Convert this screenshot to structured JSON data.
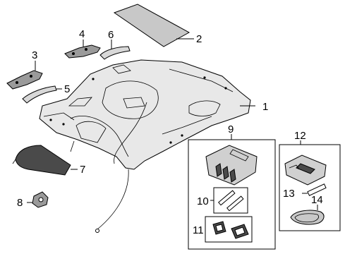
{
  "diagram": {
    "callouts": [
      {
        "id": "c1",
        "label": "1"
      },
      {
        "id": "c2",
        "label": "2"
      },
      {
        "id": "c3",
        "label": "3"
      },
      {
        "id": "c4",
        "label": "4"
      },
      {
        "id": "c5",
        "label": "5"
      },
      {
        "id": "c6",
        "label": "6"
      },
      {
        "id": "c7",
        "label": "7"
      },
      {
        "id": "c8",
        "label": "8"
      },
      {
        "id": "c9",
        "label": "9"
      },
      {
        "id": "c10",
        "label": "10"
      },
      {
        "id": "c11",
        "label": "11"
      },
      {
        "id": "c12",
        "label": "12"
      },
      {
        "id": "c13",
        "label": "13"
      },
      {
        "id": "c14",
        "label": "14"
      }
    ],
    "colors": {
      "headliner_fill": "#e8e8e8",
      "dark_part": "#4a4a4a",
      "line": "#000000",
      "panel_fill": "#c8c8c8"
    }
  }
}
